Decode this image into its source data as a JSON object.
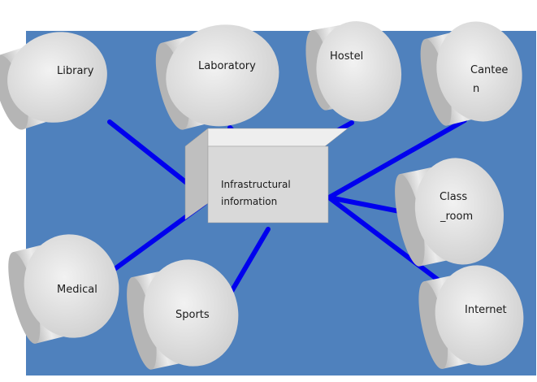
{
  "diagram": {
    "center": {
      "line1": "Infrastructural",
      "line2": "information"
    },
    "nodes": {
      "library": {
        "label": "Library"
      },
      "laboratory": {
        "label": "Laboratory"
      },
      "hostel": {
        "label": "Hostel"
      },
      "canteen": {
        "line1": "Cantee",
        "line2": "n"
      },
      "classroom": {
        "line1": "Class",
        "line2": "_room"
      },
      "medical": {
        "label": "Medical"
      },
      "sports": {
        "label": "Sports"
      },
      "internet": {
        "label": "Internet"
      }
    },
    "colors": {
      "background": "#4f81bd",
      "connector": "#0000ee",
      "cylinder_light": "#e6e6e6",
      "cylinder_dark": "#b3b3b3",
      "box_front": "#d9d9d9",
      "box_top": "#eeeeee",
      "box_side": "#bfbfbf"
    }
  }
}
